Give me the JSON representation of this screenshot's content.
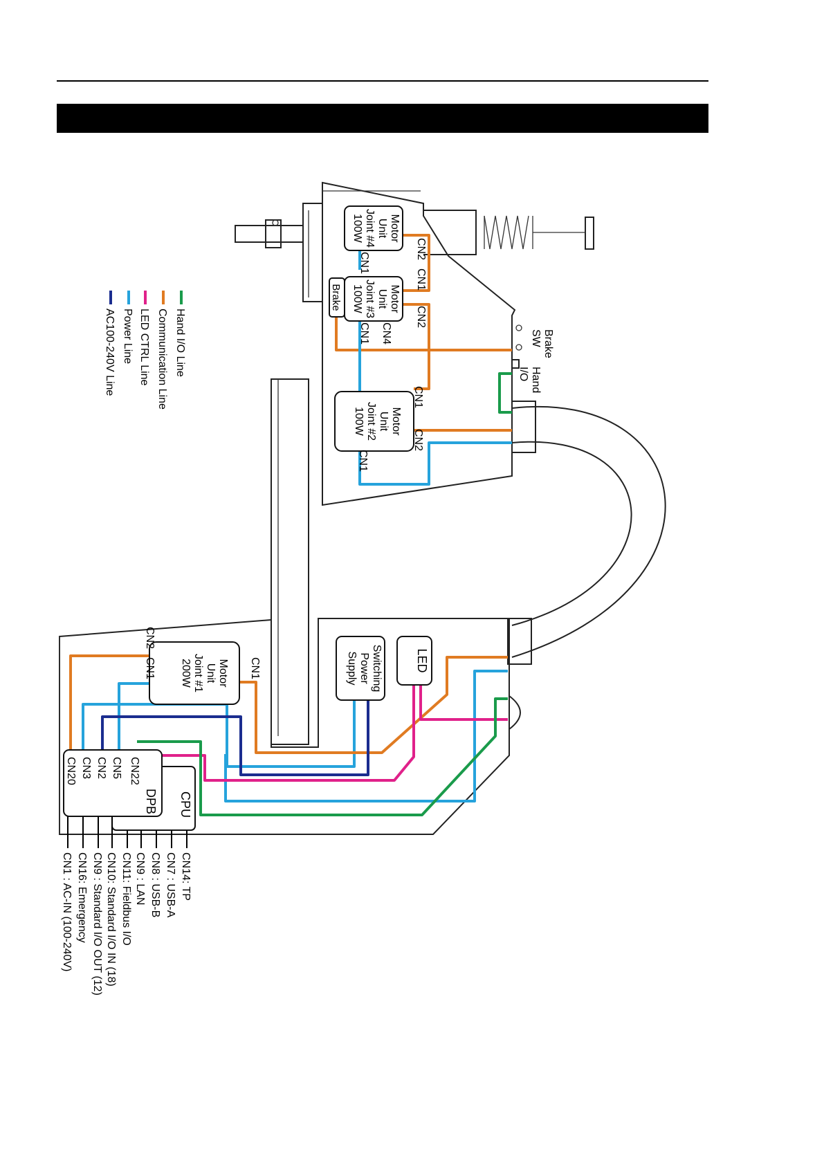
{
  "colors": {
    "hand_io": "#1a9b4b",
    "communication": "#e07b22",
    "led_ctrl": "#e0218a",
    "power": "#26a3dc",
    "ac": "#1b2d8f"
  },
  "legend": [
    {
      "key": "hand_io",
      "label": "Hand I/O  Line"
    },
    {
      "key": "communication",
      "label": "Communication Line"
    },
    {
      "key": "led_ctrl",
      "label": "LED CTRL  Line"
    },
    {
      "key": "power",
      "label": "Power Line"
    },
    {
      "key": "ac",
      "label": "AC100-240V Line"
    }
  ],
  "motor_units": {
    "j4": [
      "Motor",
      "Unit",
      "Joint #4",
      "100W"
    ],
    "j3": [
      "Motor",
      "Unit",
      "Joint #3",
      "100W"
    ],
    "j2": [
      "Motor",
      "Unit",
      "Joint #2",
      "100W"
    ],
    "j1": [
      "Motor",
      "Unit",
      "Joint #1",
      "200W"
    ]
  },
  "components": {
    "brake": "Brake",
    "led": "LED",
    "psu": [
      "Switching",
      "Power",
      "Supply"
    ],
    "dpb": "DPB",
    "cpu": "CPU"
  },
  "connectors": {
    "cn1": "CN1",
    "cn2": "CN2",
    "cn4": "CN4"
  },
  "labels": {
    "brake_sw": [
      "Brake",
      "SW"
    ],
    "hand_io": [
      "Hand",
      "I/O"
    ]
  },
  "dpb_ports": [
    "CN22",
    "CN5",
    "CN2",
    "CN3",
    "CN20"
  ],
  "external_connectors": [
    "CN14: TP",
    "CN7  : USB-A",
    "CN8  : USB-B",
    "CN9  : LAN",
    "CN11: Fieldbus I/O",
    "CN10: Standard I/O IN (18)",
    "CN9  : Standard I/O OUT (12)",
    "CN16: Emergency",
    "CN1  : AC-IN (100-240V)"
  ]
}
